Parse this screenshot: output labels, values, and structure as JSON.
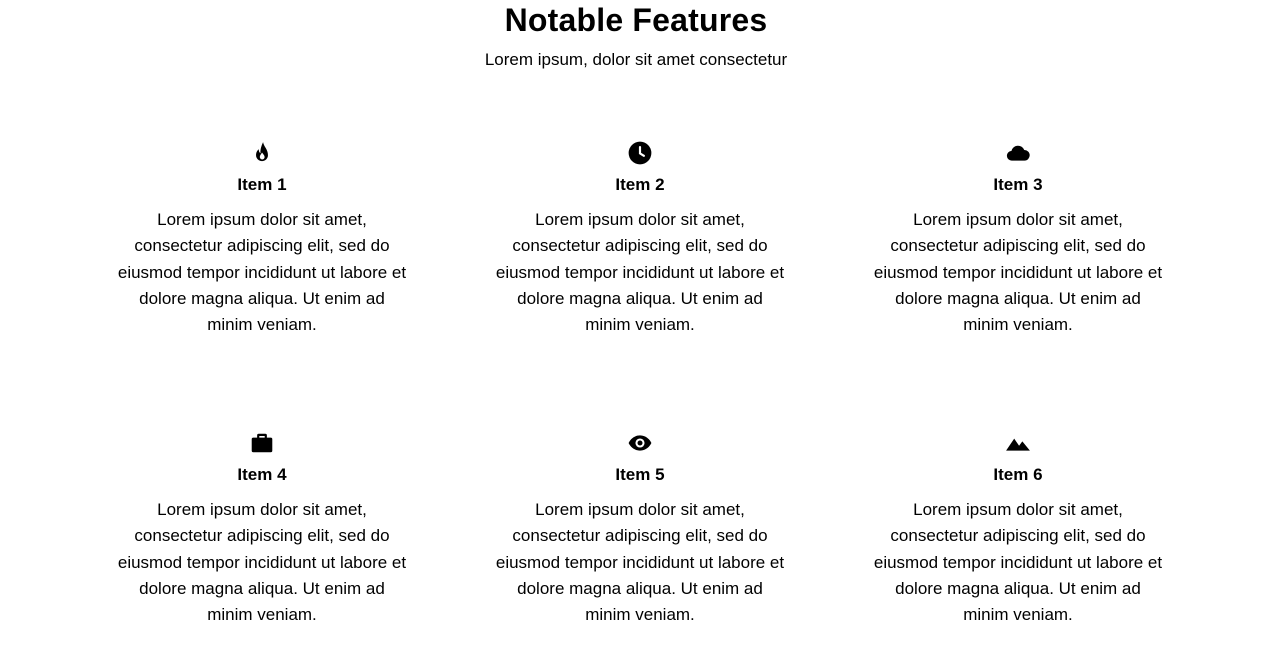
{
  "header": {
    "title": "Notable Features",
    "subtitle": "Lorem ipsum, dolor sit amet consectetur"
  },
  "features": [
    {
      "icon": "fire-icon",
      "title": "Item 1",
      "text": "Lorem ipsum dolor sit amet, consectetur adipiscing elit, sed do eiusmod tempor incididunt ut labore et dolore magna aliqua. Ut enim ad minim veniam."
    },
    {
      "icon": "clock-icon",
      "title": "Item 2",
      "text": "Lorem ipsum dolor sit amet, consectetur adipiscing elit, sed do eiusmod tempor incididunt ut labore et dolore magna aliqua. Ut enim ad minim veniam."
    },
    {
      "icon": "cloud-icon",
      "title": "Item 3",
      "text": "Lorem ipsum dolor sit amet, consectetur adipiscing elit, sed do eiusmod tempor incididunt ut labore et dolore magna aliqua. Ut enim ad minim veniam."
    },
    {
      "icon": "briefcase-icon",
      "title": "Item 4",
      "text": "Lorem ipsum dolor sit amet, consectetur adipiscing elit, sed do eiusmod tempor incididunt ut labore et dolore magna aliqua. Ut enim ad minim veniam."
    },
    {
      "icon": "eye-icon",
      "title": "Item 5",
      "text": "Lorem ipsum dolor sit amet, consectetur adipiscing elit, sed do eiusmod tempor incididunt ut labore et dolore magna aliqua. Ut enim ad minim veniam."
    },
    {
      "icon": "mountains-icon",
      "title": "Item 6",
      "text": "Lorem ipsum dolor sit amet, consectetur adipiscing elit, sed do eiusmod tempor incididunt ut labore et dolore magna aliqua. Ut enim ad minim veniam."
    }
  ]
}
